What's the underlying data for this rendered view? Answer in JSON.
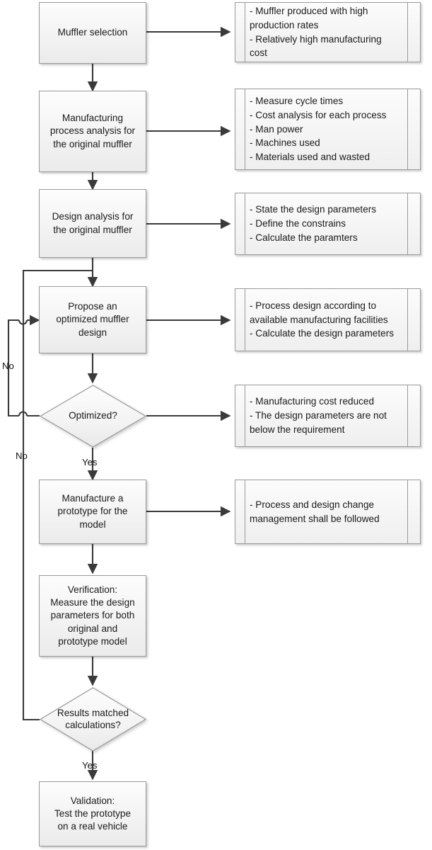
{
  "diagram": {
    "title": "Muffler design and optimization process flowchart",
    "type": "flowchart",
    "colors": {
      "node_fill_top": "#fdfdfd",
      "node_fill_bottom": "#ebebeb",
      "node_stroke": "#9a9a9a",
      "connector": "#3a3a3a",
      "text": "#1a1a1a",
      "background": "#ffffff"
    }
  },
  "nodes": {
    "muffler_selection": {
      "label": "Muffler selection",
      "shape": "process"
    },
    "manufacturing_process_analysis": {
      "label": "Manufacturing\nprocess analysis for\nthe original muffler",
      "shape": "process"
    },
    "design_analysis": {
      "label": "Design analysis for\nthe original muffler",
      "shape": "process"
    },
    "propose_optimized": {
      "label": "Propose an\noptimized muffler\ndesign",
      "shape": "process"
    },
    "optimized_decision": {
      "label": "Optimized?",
      "shape": "decision"
    },
    "manufacture_prototype": {
      "label": "Manufacture a\nprototype for the\nmodel",
      "shape": "process"
    },
    "verification": {
      "label": "Verification:\nMeasure the design\nparameters for both\noriginal and\nprototype model",
      "shape": "process"
    },
    "results_decision": {
      "label": "Results matched\ncalculations?",
      "shape": "decision"
    },
    "validation": {
      "label": "Validation:\nTest the prototype\non a real vehicle",
      "shape": "process"
    }
  },
  "notes": {
    "note_muffler_selection": {
      "lines": [
        "- Muffler produced with high",
        "production rates",
        "- Relatively high manufacturing",
        "cost"
      ]
    },
    "note_process_analysis": {
      "lines": [
        "- Measure cycle times",
        "- Cost analysis for each process",
        "- Man power",
        "- Machines used",
        "- Materials used and wasted"
      ]
    },
    "note_design_analysis": {
      "lines": [
        "- State the design parameters",
        "- Define the constrains",
        "- Calculate the paramters"
      ]
    },
    "note_propose_optimized": {
      "lines": [
        "- Process design according to",
        "available manufacturing facilities",
        "- Calculate the design parameters"
      ]
    },
    "note_optimized": {
      "lines": [
        "- Manufacturing cost reduced",
        "- The design parameters are not",
        "below the requirement"
      ]
    },
    "note_prototype": {
      "lines": [
        "- Process and design change",
        "management shall be followed"
      ]
    }
  },
  "edge_labels": {
    "optimized_no": "No",
    "optimized_yes": "Yes",
    "results_no": "No",
    "results_yes": "Yes"
  }
}
